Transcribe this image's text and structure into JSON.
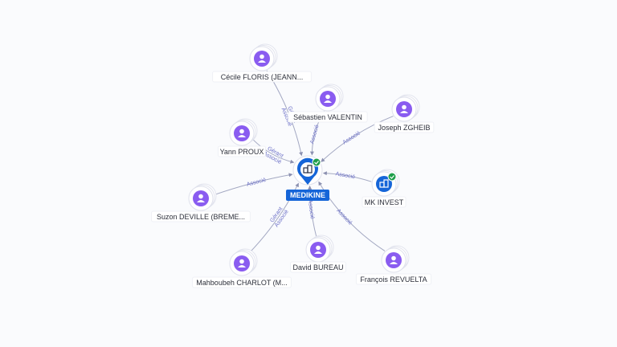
{
  "center": {
    "name": "MEDIKINE",
    "icon": "building-icon",
    "verified": true
  },
  "people": [
    {
      "id": "cecile",
      "name": "Cécile FLORIS (JEANN...",
      "edge_label": "Gérant\nAssocié"
    },
    {
      "id": "sebastien",
      "name": "Sébastien VALENTIN",
      "edge_label": "Associé"
    },
    {
      "id": "joseph",
      "name": "Joseph ZGHEIB",
      "edge_label": "Associé"
    },
    {
      "id": "yann",
      "name": "Yann PROUX",
      "edge_label": "Gérant\nAssocié"
    },
    {
      "id": "mkinvest",
      "name": "MK INVEST",
      "edge_label": "Associé",
      "company": true,
      "verified": true
    },
    {
      "id": "suzon",
      "name": "Suzon DEVILLE (BREME...",
      "edge_label": "Associé"
    },
    {
      "id": "mahboubeh",
      "name": "Mahboubeh CHARLOT (M...",
      "edge_label": "Gérant\nAssocié"
    },
    {
      "id": "david",
      "name": "David BUREAU",
      "edge_label": "Associé"
    },
    {
      "id": "francois",
      "name": "François REVUELTA",
      "edge_label": "Associé"
    }
  ],
  "colors": {
    "person": "#8a5cf0",
    "center": "#1565d8",
    "edge": "#a3a8c2",
    "edge_label": "#6b6fc7",
    "verified": "#1e9e4a"
  }
}
